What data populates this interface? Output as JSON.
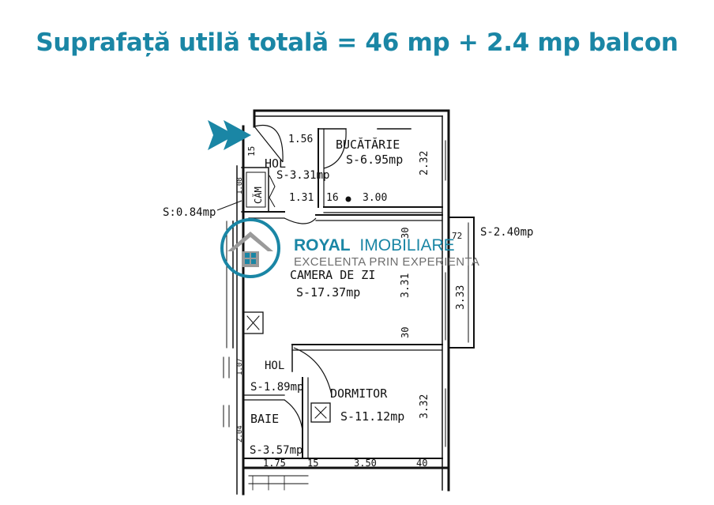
{
  "header": {
    "title": "Suprafață utilă totală = 46 mp + 2.4 mp balcon",
    "accent_color": "#1a86a5"
  },
  "watermark": {
    "brand_bold": "ROYAL",
    "brand_light": "IMOBILIARE",
    "tagline": "EXCELENTA PRIN EXPERIENTA",
    "icon": "house-logo-icon"
  },
  "entrance": {
    "icon": "entrance-arrow-icon"
  },
  "rooms": {
    "hol_top": {
      "name": "HOL",
      "area": "S-3.31mp"
    },
    "bucatarie": {
      "name": "BUCĂTĂRIE",
      "area": "S-6.95mp"
    },
    "cam": {
      "name": "CĂM",
      "area": "S:0.84mp"
    },
    "balcon": {
      "area": "S-2.40mp"
    },
    "camera_de_zi": {
      "name": "CAMERA DE ZI",
      "area": "S-17.37mp"
    },
    "hol_bottom": {
      "name": "HOL",
      "area": "S-1.89mp"
    },
    "dormitor": {
      "name": "DORMITOR",
      "area": "S-11.12mp"
    },
    "baie": {
      "name": "BAIE",
      "area": "S-3.57mp"
    }
  },
  "dimensions": {
    "d_1_56": "1.56",
    "d_15_left": "15",
    "d_2_32": "2.32",
    "d_1_31": "1.31",
    "d_16": "16",
    "d_3_00": "3.00",
    "d_72": "72",
    "d_30_top": "30",
    "d_3_31": "3.31",
    "d_3_33": "3.33",
    "d_30_mid": "30",
    "d_3_32": "3.32",
    "d_1_75": "1.75",
    "d_15_bottom": "15",
    "d_3_50": "3.50",
    "d_40": "40",
    "d_1_08": "1.08",
    "d_1_07": "1.07",
    "d_2_04": "2.04"
  }
}
